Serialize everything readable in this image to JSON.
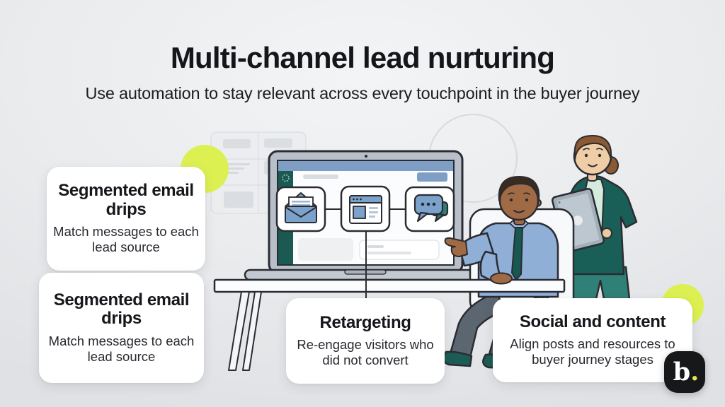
{
  "header": {
    "title": "Multi-channel lead nurturing",
    "subtitle": "Use automation to stay relevant across every touchpoint in the buyer journey"
  },
  "cards": [
    {
      "id": "segmented-email-drips-top",
      "title": "Segmented email drips",
      "description": "Match messages to each lead source"
    },
    {
      "id": "segmented-email-drips-bottom",
      "title": "Segmented email drips",
      "description": "Match messages to each lead source"
    },
    {
      "id": "retargeting",
      "title": "Retargeting",
      "description": "Re-engage visitors who did not convert"
    },
    {
      "id": "social-and-content",
      "title": "Social and content",
      "description": "Align posts and resources to buyer journey stages"
    }
  ],
  "logo": {
    "letter": "b",
    "dot": "."
  },
  "illustration": {
    "screen_icons": [
      "open-email-icon",
      "browser-window-icon",
      "chat-bubbles-icon"
    ],
    "scene": "Man seated at desk pointing at laptop screen while woman standing holds a tablet"
  },
  "colors": {
    "accent_lime": "#ddf052",
    "teal_dark": "#1a5a52",
    "illustration_blue": "#7ba2ca",
    "logo_bg": "#17181a",
    "logo_dot": "#e9e44f"
  }
}
